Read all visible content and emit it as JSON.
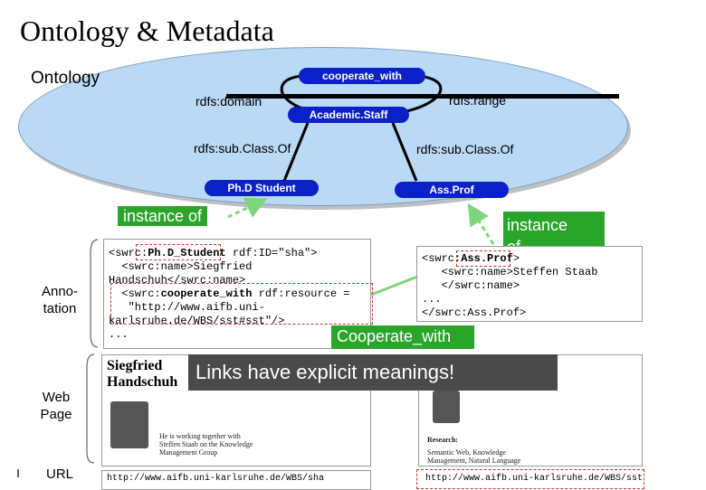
{
  "title": "Ontology & Metadata",
  "ontology": {
    "label": "Ontology",
    "relation": "cooperate_with",
    "domain": "rdfs:domain",
    "range": "rdfs:range",
    "class_top": "Academic.Staff",
    "subclass_left": "rdfs:sub.Class.Of",
    "subclass_right": "rdfs:sub.Class.Of",
    "class_left": "Ph.D Student",
    "class_right": "Ass.Prof"
  },
  "callouts": {
    "instance_left": "instance of",
    "instance_right_1": "instance",
    "instance_right_2": "of",
    "cooperate": "Cooperate_with",
    "banner": "Links have explicit meanings!"
  },
  "side_labels": {
    "annotation_1": "Anno-",
    "annotation_2": "tation",
    "web_1": "Web",
    "web_2": "Page",
    "url": "URL",
    "slide_num": "I"
  },
  "annotation_left": {
    "l1_pre": "<swrc:",
    "l1_bold": "Ph.D_Student",
    "l1_post": " rdf:ID=\"sha\">",
    "l2": "  <swrc:name>Siegfried",
    "l3": "Handschuh</swrc:name>",
    "l4_pre": "  <swrc:",
    "l4_bold": "cooperate_with",
    "l4_post": " rdf:resource =",
    "l5": "   \"http://www.aifb.uni-",
    "l6": "karlsruhe.de/WBS/sst#sst\"/>",
    "l7": "..."
  },
  "annotation_right": {
    "l1_pre": "<swrc:",
    "l1_bold": "Ass.Prof",
    "l1_post": ">",
    "l2": "   <swrc:name>Steffen Staab",
    "l3": "   </swrc:name>",
    "l4": "...",
    "l5": "</swrc:Ass.Prof>"
  },
  "webpage_left": {
    "name_1": "Siegfried",
    "name_2": "Handschuh",
    "text_1": "He is working together with",
    "text_2": "Steffen Staab on the Knowledge",
    "text_3": "Management Group"
  },
  "webpage_right": {
    "research": "Research:",
    "text_1": "Semantic Web, Knowledge",
    "text_2": "Management, Natural Language"
  },
  "urls": {
    "left": "http://www.aifb.uni-karlsruhe.de/WBS/sha",
    "right": "http://www.aifb.uni-karlsruhe.de/WBS/sst"
  },
  "colors": {
    "ellipse": "#b9d9f5",
    "pill": "#0b21c8",
    "callout": "#2aa52a",
    "banner": "#4a4a4a",
    "dashed": "#c0392b"
  }
}
